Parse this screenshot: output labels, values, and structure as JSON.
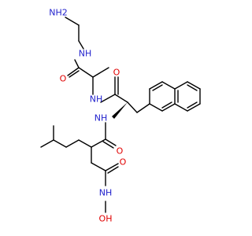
{
  "colors": {
    "bond": "#000000",
    "nitrogen": "#1e1ecc",
    "oxygen": "#e00000",
    "background": "#ffffff"
  },
  "atoms": {
    "nh2_top": "NH2",
    "nh_amide1": "NH",
    "o_carbonyl1": "O",
    "nh_amide2": "NH",
    "o_carbonyl2": "O",
    "nh_amide3": "NH",
    "o_carbonyl3": "O",
    "o_carbonyl4": "O",
    "nh_hydroxamate": "NH",
    "oh_hydroxamate": "OH"
  }
}
